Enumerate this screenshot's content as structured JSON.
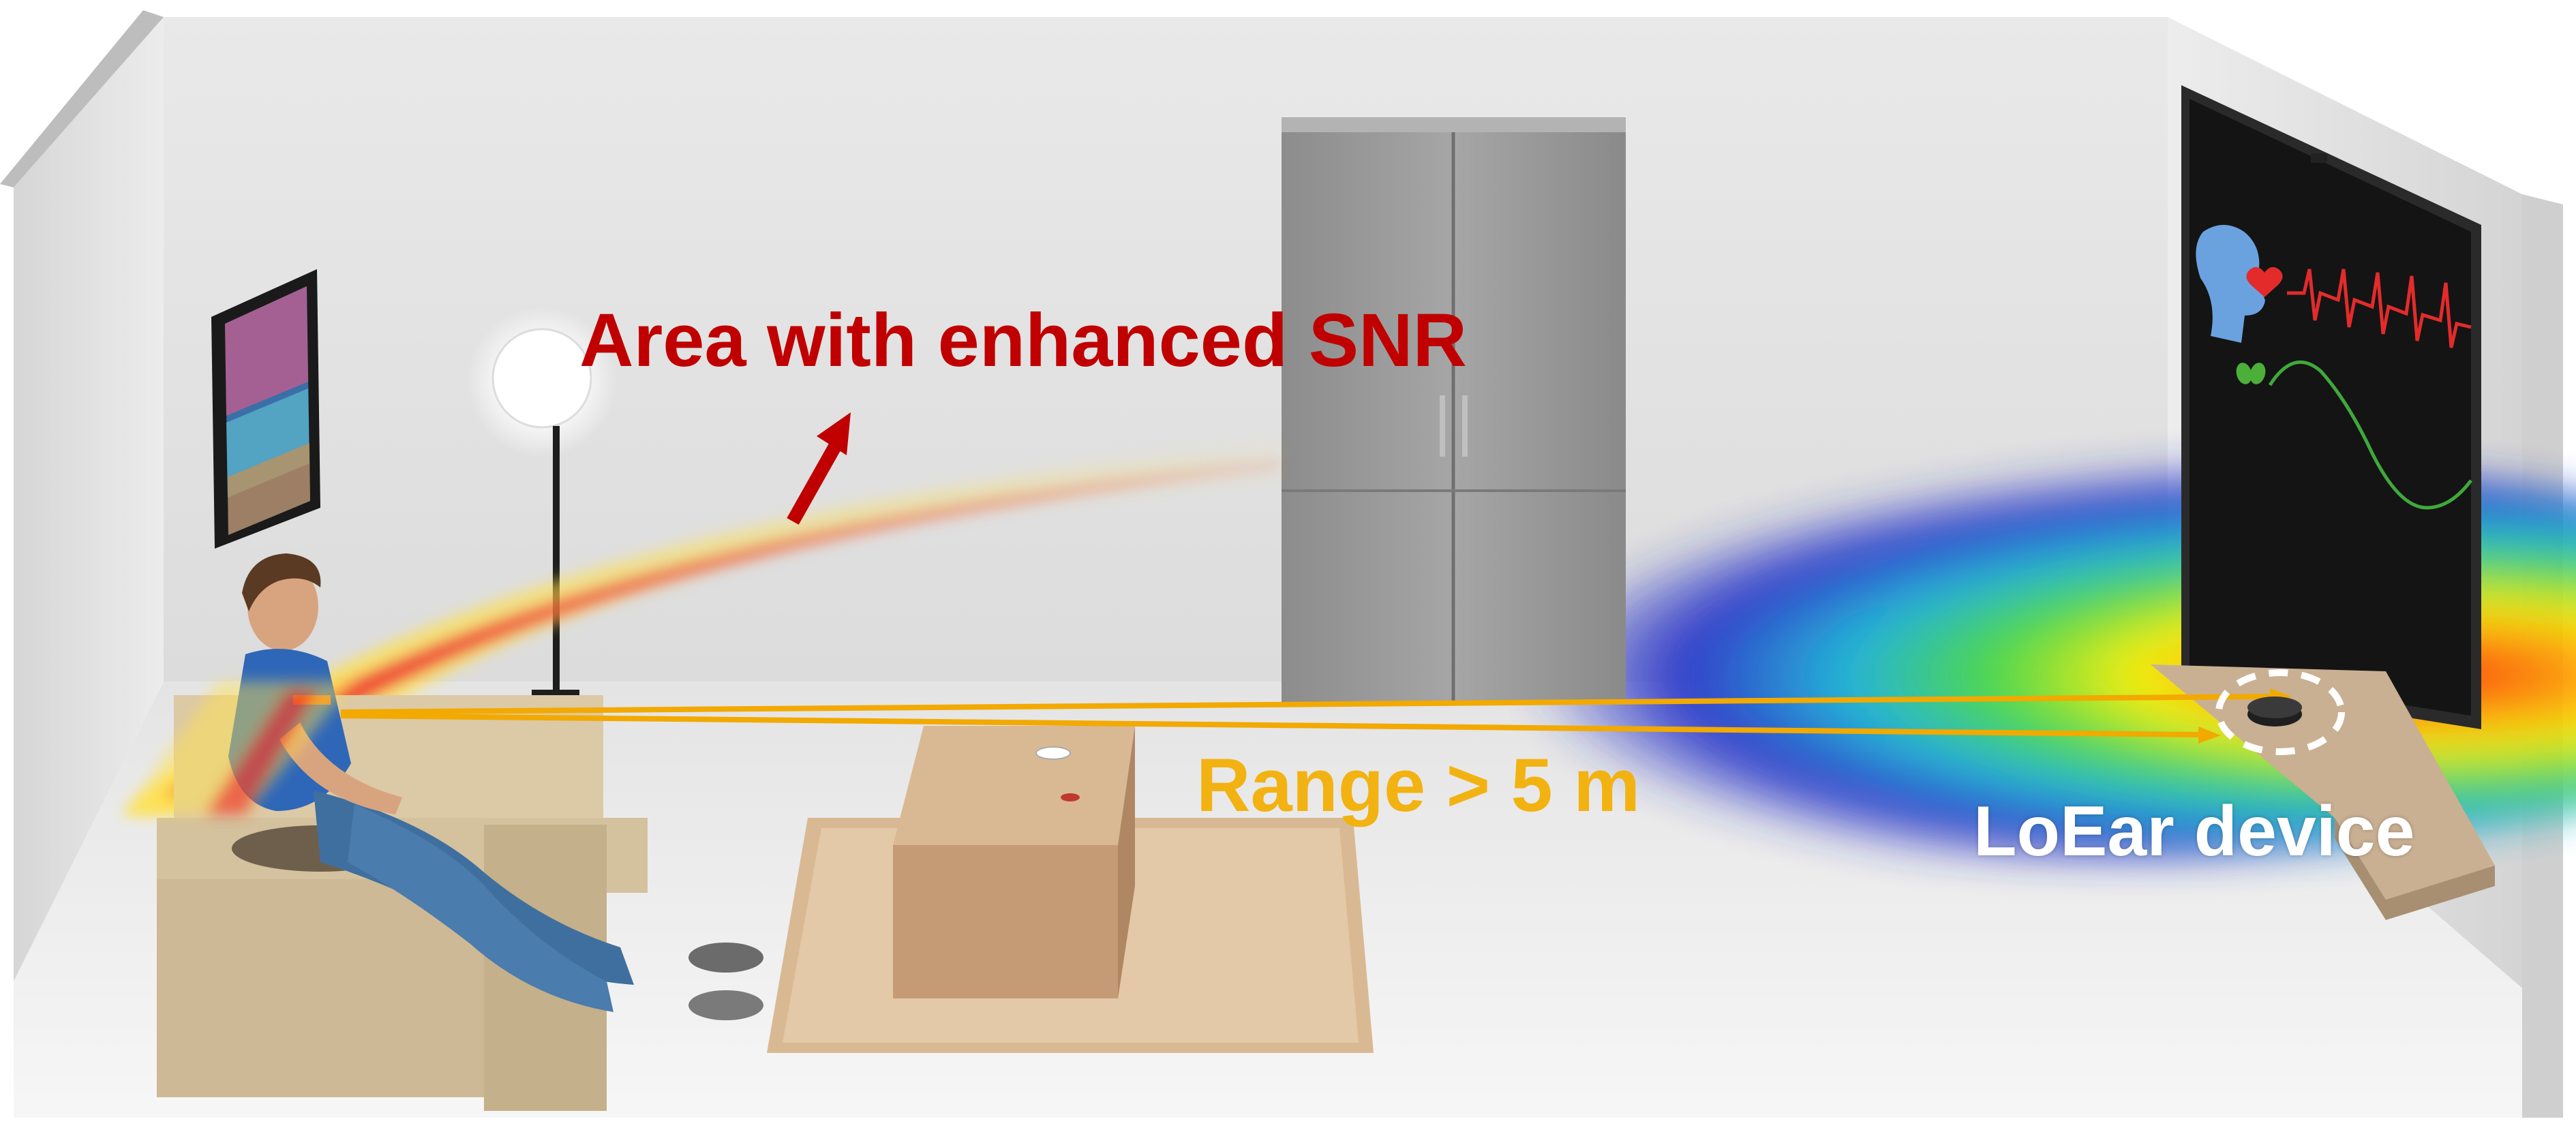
{
  "labels": {
    "area_snr": "Area with enhanced SNR",
    "range": "Range > 5 m",
    "device": "LoEar device"
  },
  "colors": {
    "snr_text": "#c00000",
    "range_text": "#f2b211",
    "device_text": "#ffffff",
    "range_line": "#f2a900",
    "beam_red": "#ee2a2a",
    "beam_yellow": "#ffe14a",
    "wall": "#e8e8e8",
    "floor": "#f4f4f4",
    "sofa": "#d8c7a3",
    "table": "#caa57f",
    "tv": "#141414"
  },
  "icons": [
    "person-figure",
    "sofa",
    "floor-lamp",
    "wall-painting",
    "cabinet",
    "coffee-table",
    "rug",
    "tv-screen",
    "head-icon",
    "heart-icon",
    "lungs-icon",
    "ecg-waveform",
    "breathing-wave",
    "loear-device"
  ]
}
